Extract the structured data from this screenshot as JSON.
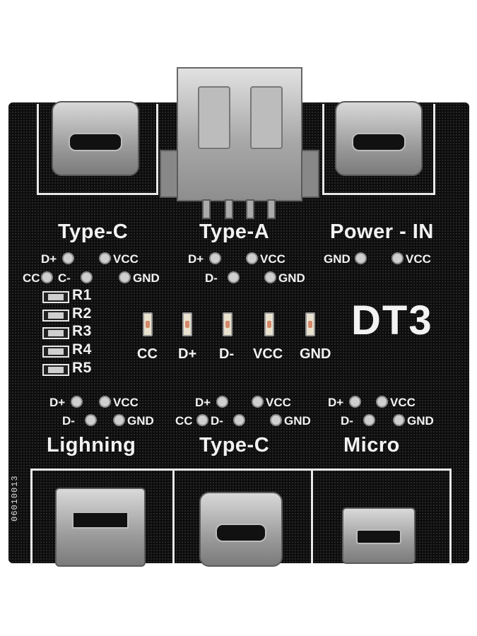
{
  "board": {
    "model": "DT3",
    "serial": "06010013",
    "top_labels": [
      "Type-C",
      "Type-A",
      "Power - IN"
    ],
    "bottom_labels": [
      "Lighning",
      "Type-C",
      "Micro"
    ],
    "typec_top_pads": {
      "dp": "D+",
      "vcc": "VCC",
      "cc": "CC",
      "dm": "C-",
      "gnd": "GND"
    },
    "typea_pads": {
      "dp": "D+",
      "vcc": "VCC",
      "dm": "D-",
      "gnd": "GND"
    },
    "power_pads": {
      "gnd": "GND",
      "vcc": "VCC"
    },
    "resistors": [
      "R1",
      "R2",
      "R3",
      "R4",
      "R5"
    ],
    "leds": [
      "CC",
      "D+",
      "D-",
      "VCC",
      "GND"
    ],
    "lightning_pads": {
      "dp": "D+",
      "vcc": "VCC",
      "dm": "D-",
      "gnd": "GND"
    },
    "typec_bottom_pads": {
      "dp": "D+",
      "vcc": "VCC",
      "cc": "CC",
      "dm": "D-",
      "gnd": "GND"
    },
    "micro_pads": {
      "dp": "D+",
      "vcc": "VCC",
      "dm": "D-",
      "gnd": "GND"
    }
  }
}
